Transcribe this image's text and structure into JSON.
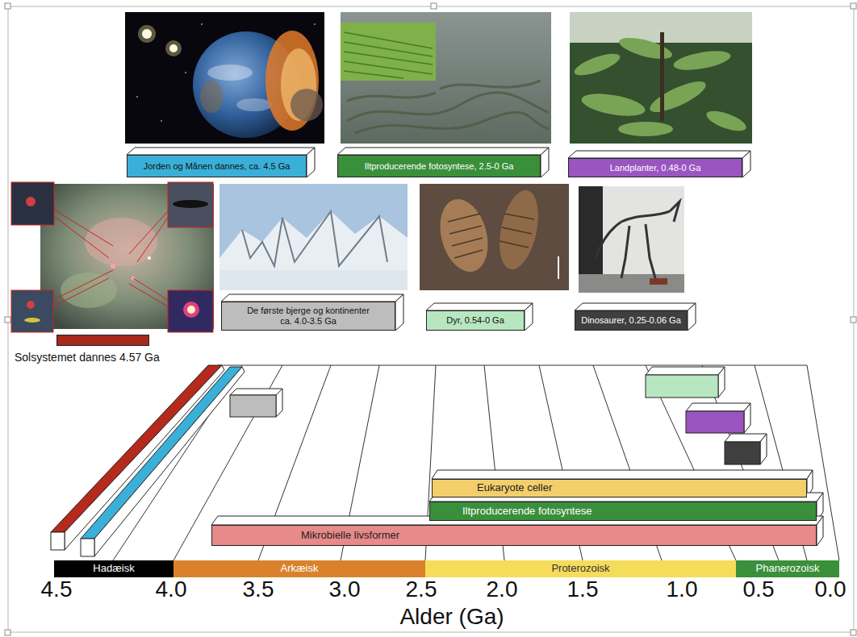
{
  "diagram": {
    "nodes": [
      {
        "text": [
          "Jorden og Månen dannes, ca. 4.5 Ga"
        ]
      },
      {
        "text": [
          "Iltproducerende fotosyntese, 2.5-0 Ga"
        ]
      },
      {
        "text": [
          "Landplanter, 0.48-0 Ga"
        ]
      },
      {
        "text": [
          "Solsystemet dannes 4.57 Ga"
        ]
      },
      {
        "text": [
          "De første bjerge og kontinenter ca. 4.0-3.5 Ga"
        ]
      },
      {
        "text": [
          "Dyr, 0.54-0 Ga"
        ]
      },
      {
        "text": [
          "Dinosaurer, 0.25-0.06 Ga"
        ]
      },
      {
        "text": [
          "Eukaryote celler"
        ]
      },
      {
        "text": [
          "Iltproducerende fotosyntese"
        ]
      },
      {
        "text": [
          "Mikrobielle livsformer"
        ]
      },
      {
        "text": [
          "Hadæisk"
        ]
      },
      {
        "text": [
          "Arkæisk"
        ]
      },
      {
        "text": [
          "Proterozoisk"
        ]
      },
      {
        "text": [
          "Phanerozoisk"
        ]
      }
    ],
    "labels": [
      "4.5",
      "4.0",
      "3.5",
      "3.0",
      "2.5",
      "2.0",
      "1.5",
      "1.0",
      "0.5",
      "0.0",
      "Alder (Ga)"
    ]
  }
}
